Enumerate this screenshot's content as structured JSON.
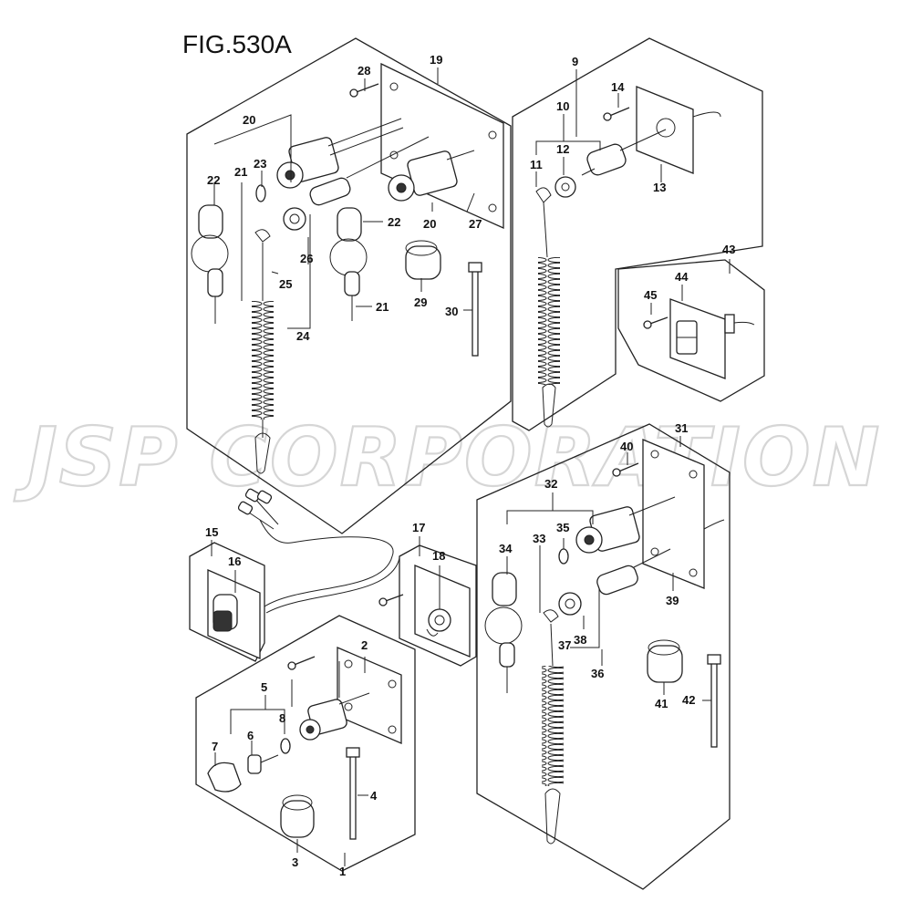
{
  "figure": {
    "title": "FIG.530A"
  },
  "watermark": {
    "text": "JSP CORPORATION"
  },
  "callouts": {
    "c1": "1",
    "c2": "2",
    "c3": "3",
    "c4": "4",
    "c5": "5",
    "c6": "6",
    "c7": "7",
    "c8": "8",
    "c9": "9",
    "c10": "10",
    "c11": "11",
    "c12": "12",
    "c13": "13",
    "c14": "14",
    "c15": "15",
    "c16": "16",
    "c17": "17",
    "c18": "18",
    "c19": "19",
    "c20": "20",
    "c21": "21",
    "c22": "22",
    "c23": "23",
    "c24": "24",
    "c25": "25",
    "c26": "26",
    "c27": "27",
    "c28": "28",
    "c29": "29",
    "c30": "30",
    "c31": "31",
    "c32": "32",
    "c33": "33",
    "c34": "34",
    "c35": "35",
    "c36": "36",
    "c37": "37",
    "c38": "38",
    "c39": "39",
    "c40": "40",
    "c41": "41",
    "c42": "42",
    "c43": "43",
    "c44": "44",
    "c45": "45"
  }
}
